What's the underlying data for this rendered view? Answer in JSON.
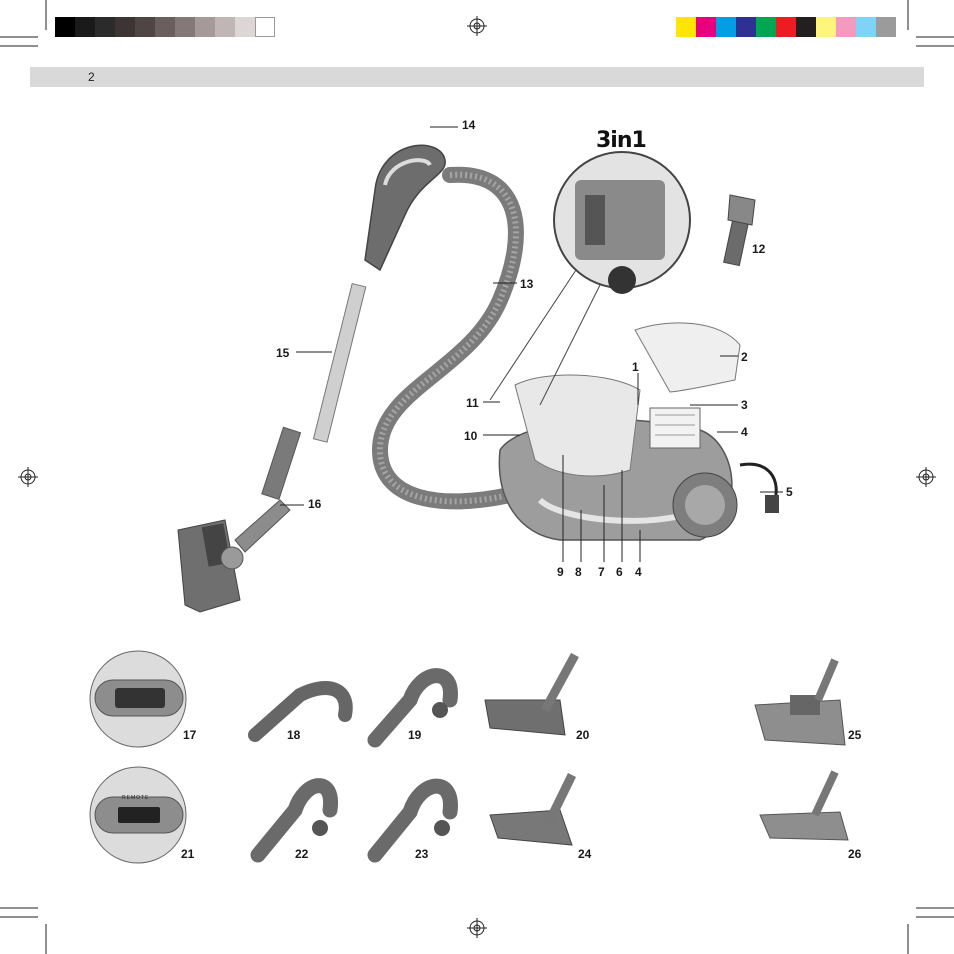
{
  "page": {
    "number": "2",
    "brand_logo": "3in1"
  },
  "swatches": {
    "gray": [
      "#000000",
      "#1a1a1a",
      "#2b2b2b",
      "#3d3535",
      "#4f4545",
      "#6a5e5e",
      "#857878",
      "#a59999",
      "#c0b6b6",
      "#dcd6d6",
      "#ffffff"
    ],
    "color": [
      "#ffe500",
      "#e6007e",
      "#009fe3",
      "#2e3192",
      "#00a651",
      "#ed1c24",
      "#231f20",
      "#fff57a",
      "#f49ac1",
      "#7fd3f7",
      "#9b9b9b"
    ]
  },
  "callouts": {
    "c1": "1",
    "c2": "2",
    "c3": "3",
    "c4a": "4",
    "c5": "5",
    "c9": "9",
    "c8": "8",
    "c7": "7",
    "c6": "6",
    "c4b": "4",
    "c10": "10",
    "c11": "11",
    "c12": "12",
    "c13": "13",
    "c14": "14",
    "c15": "15",
    "c16": "16",
    "c17": "17",
    "c18": "18",
    "c19": "19",
    "c20": "20",
    "c25": "25",
    "c21": "21",
    "c22": "22",
    "c23": "23",
    "c24": "24",
    "c26": "26"
  },
  "display_panel": {
    "label": "REMOTE"
  }
}
